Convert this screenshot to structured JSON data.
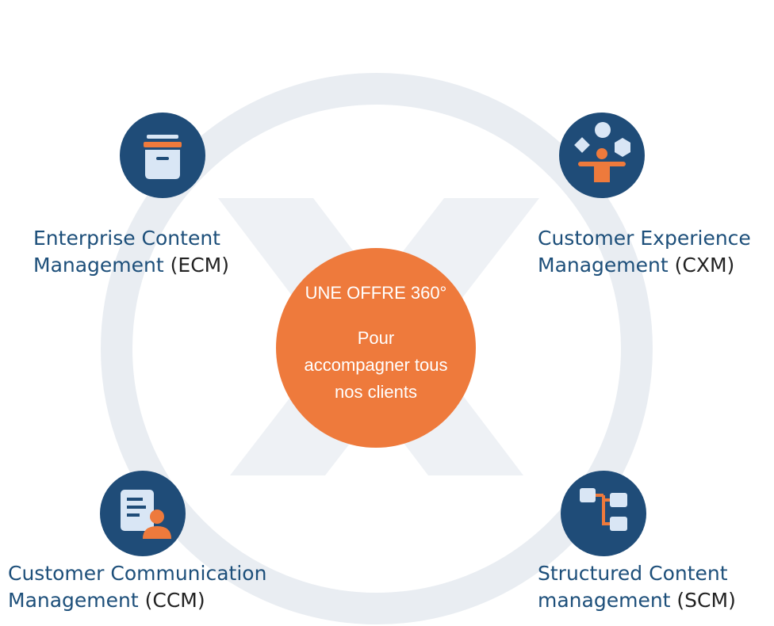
{
  "colors": {
    "ring": "#e9edf2",
    "brand_blue": "#1f4c78",
    "accent_orange": "#ee7a3c",
    "icon_light": "#d9e6f5"
  },
  "center": {
    "title": "UNE OFFRE 360°",
    "subtitle_lines": [
      "Pour",
      "accompagner tous",
      "nos clients"
    ]
  },
  "nodes": [
    {
      "id": "ecm",
      "icon": "archive-box-icon",
      "name_lines": [
        "Enterprise Content",
        "Management"
      ],
      "abbr": "(ECM)"
    },
    {
      "id": "cxm",
      "icon": "person-juggling-shapes-icon",
      "name_lines": [
        "Customer Experience",
        "Management"
      ],
      "abbr": "(CXM)"
    },
    {
      "id": "ccm",
      "icon": "document-user-icon",
      "name_lines": [
        "Customer Communication",
        "Management"
      ],
      "abbr": "(CCM)"
    },
    {
      "id": "scm",
      "icon": "tree-structure-icon",
      "name_lines": [
        "Structured Content",
        "management"
      ],
      "abbr": "(SCM)"
    }
  ]
}
